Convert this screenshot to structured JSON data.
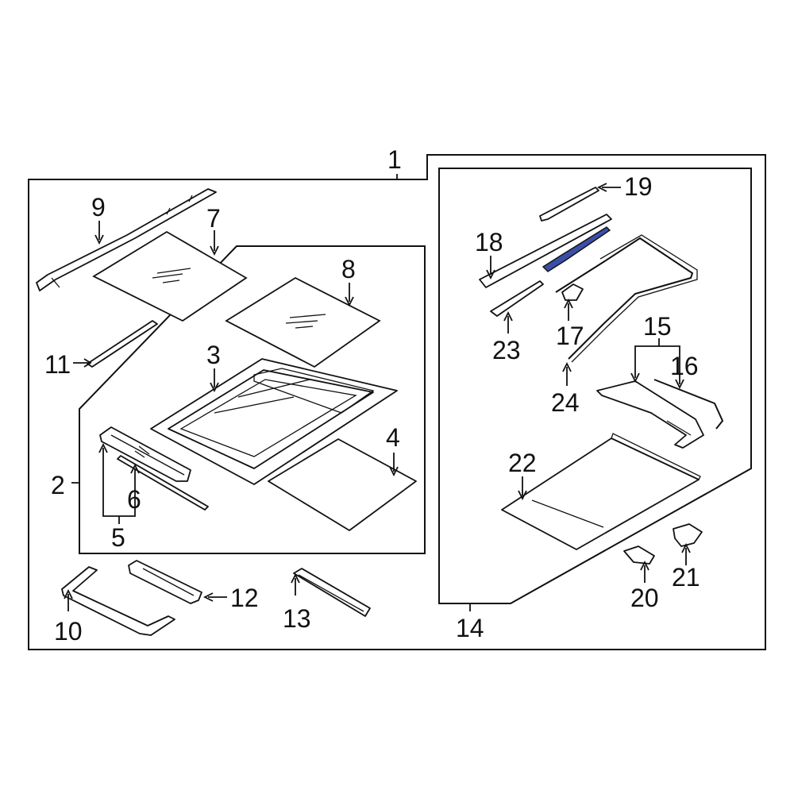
{
  "callouts": {
    "c1": "1",
    "c2": "2",
    "c3": "3",
    "c4": "4",
    "c5": "5",
    "c6": "6",
    "c7": "7",
    "c8": "8",
    "c9": "9",
    "c10": "10",
    "c11": "11",
    "c12": "12",
    "c13": "13",
    "c14": "14",
    "c15": "15",
    "c16": "16",
    "c17": "17",
    "c18": "18",
    "c19": "19",
    "c20": "20",
    "c21": "21",
    "c22": "22",
    "c23": "23",
    "c24": "24"
  },
  "colors": {
    "line": "#111111",
    "highlight_part": "#3b4fa8",
    "background": "#ffffff"
  }
}
